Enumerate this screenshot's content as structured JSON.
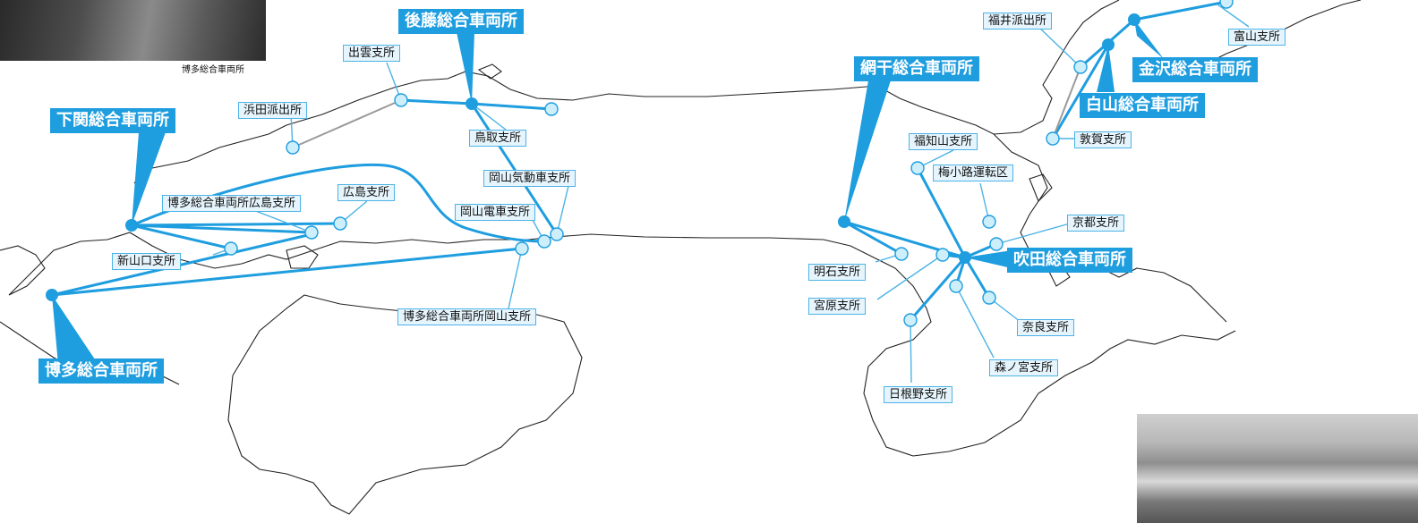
{
  "photo_caption": "博多総合車両所",
  "colors": {
    "line": "#1e9ddf",
    "line_gray": "#9a9a9a",
    "node_fill": "#cdeefb",
    "coast": "#222222",
    "label_bg": "#e6f5fd"
  },
  "main_depots": {
    "goto": "後藤総合車両所",
    "shimonoseki": "下関総合車両所",
    "hakata": "博多総合車両所",
    "aboshi": "網干総合車両所",
    "suita": "吹田総合車両所",
    "kanazawa": "金沢総合車両所",
    "hakusan": "白山総合車両所"
  },
  "branches": {
    "izumo": "出雲支所",
    "hamada": "浜田派出所",
    "tottori": "鳥取支所",
    "okayama_kido": "岡山気動車支所",
    "okayama_densha": "岡山電車支所",
    "hakata_hiroshima": "博多総合車両所広島支所",
    "hiroshima": "広島支所",
    "shinyamaguchi": "新山口支所",
    "hakata_okayama": "博多総合車両所岡山支所",
    "fukuchiyama": "福知山支所",
    "umekoji": "梅小路運転区",
    "kyoto": "京都支所",
    "akashi": "明石支所",
    "miyahara": "宮原支所",
    "nara": "奈良支所",
    "morinomiya": "森ノ宮支所",
    "hineno": "日根野支所",
    "fukui": "福井派出所",
    "toyama": "富山支所",
    "tsuruga": "敦賀支所"
  }
}
